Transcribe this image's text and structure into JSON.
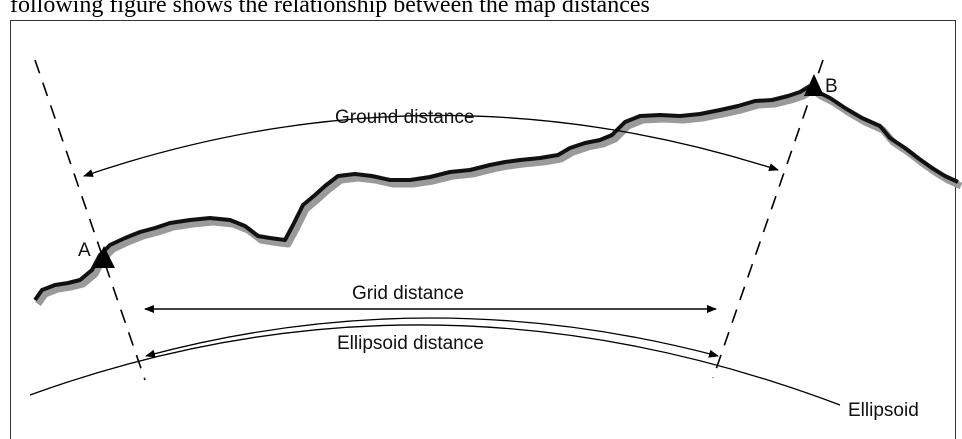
{
  "header": {
    "caption_fragment": "following figure shows the relationship between the map distances"
  },
  "labels": {
    "point_a": "A",
    "point_b": "B",
    "ground_distance": "Ground distance",
    "grid_distance": "Grid distance",
    "ellipsoid_distance": "Ellipsoid distance",
    "ellipsoid": "Ellipsoid"
  },
  "colors": {
    "line": "#000000",
    "terrain": "#111111",
    "terrain_shadow": "#9a9a9a"
  },
  "icons": {
    "station_marker": "triangle-icon",
    "arrowhead": "arrow-icon"
  }
}
